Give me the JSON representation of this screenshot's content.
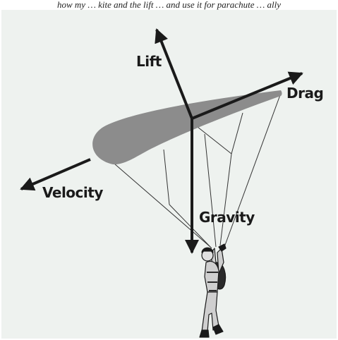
{
  "caption": "how my … kite and the lift … and use it for parachute … ally",
  "labels": {
    "lift": "Lift",
    "drag": "Drag",
    "velocity": "Velocity",
    "gravity": "Gravity"
  },
  "colors": {
    "background": "#eef2ef",
    "canopy": "#8c8c8c",
    "arrows": "#1a1a1a",
    "lines": "#333333"
  }
}
